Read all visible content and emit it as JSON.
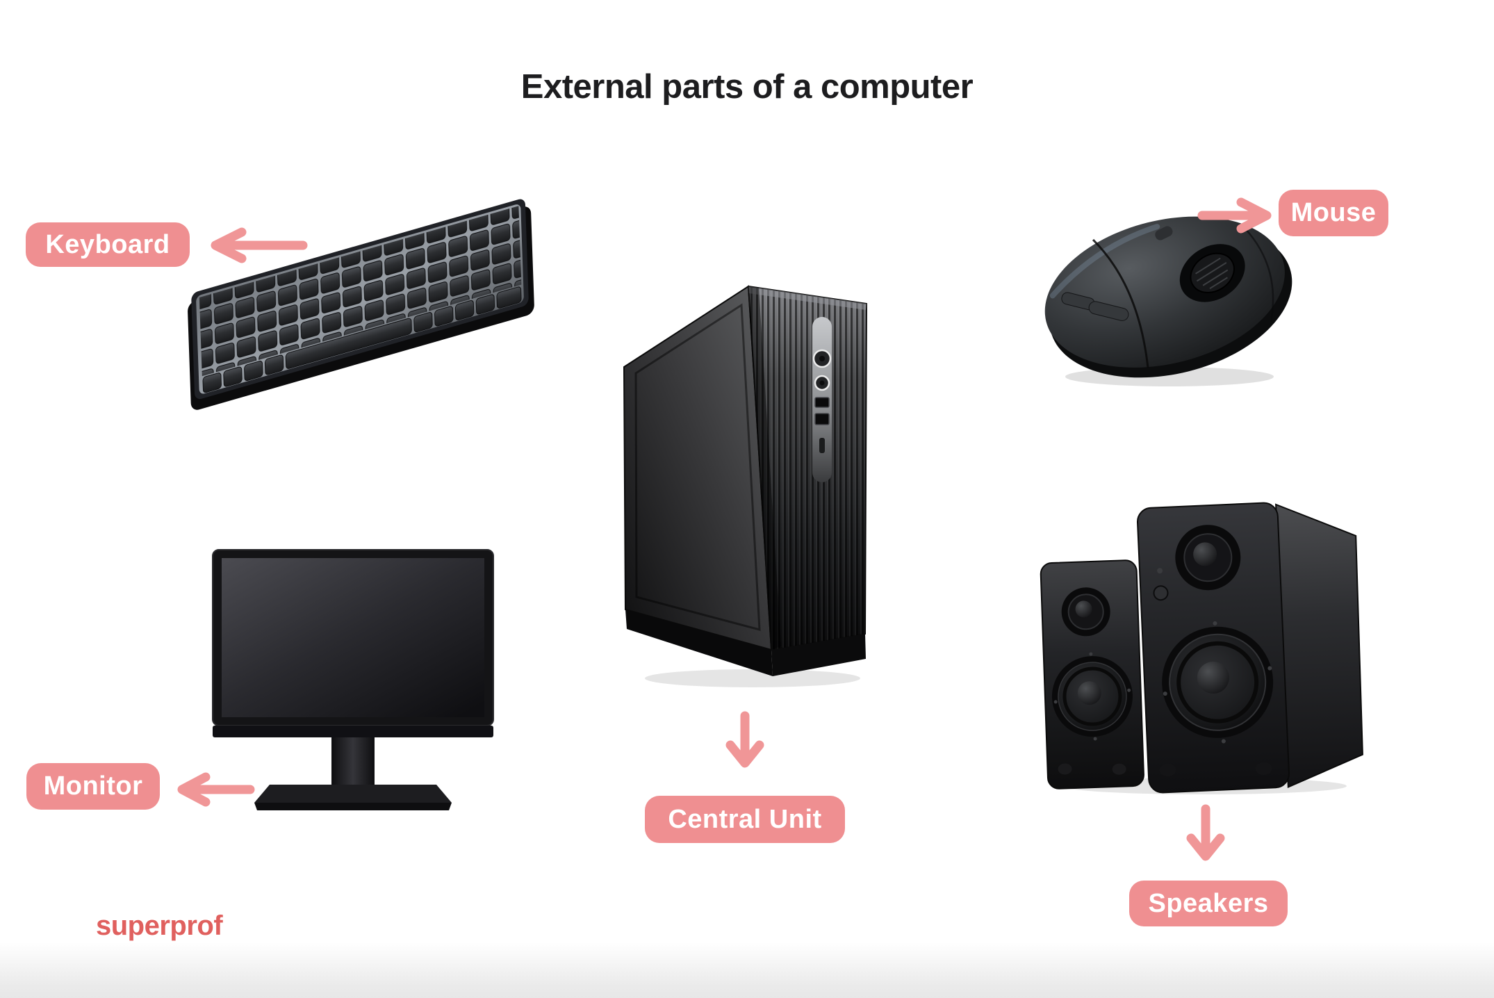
{
  "page": {
    "title": "External parts of a computer",
    "background": "#ffffff",
    "accent": "#ef9192",
    "title_color": "#1d1d1f"
  },
  "labels": {
    "keyboard": {
      "text": "Keyboard",
      "arrow_icon": "arrow-left-icon"
    },
    "mouse": {
      "text": "Mouse",
      "arrow_icon": "arrow-right-icon"
    },
    "central_unit": {
      "text": "Central Unit",
      "arrow_icon": "arrow-down-icon"
    },
    "monitor": {
      "text": "Monitor",
      "arrow_icon": "arrow-left-icon"
    },
    "speakers": {
      "text": "Speakers",
      "arrow_icon": "arrow-down-icon"
    }
  },
  "devices": {
    "keyboard": "black mechanical keyboard photo",
    "mouse": "black wireless mouse photo",
    "central_unit": "black desktop tower case photo",
    "monitor": "black widescreen monitor photo",
    "speakers": "pair of black bookshelf speakers photo"
  },
  "footer": {
    "logo_text": "superprof",
    "logo_color": "#e0605e"
  }
}
